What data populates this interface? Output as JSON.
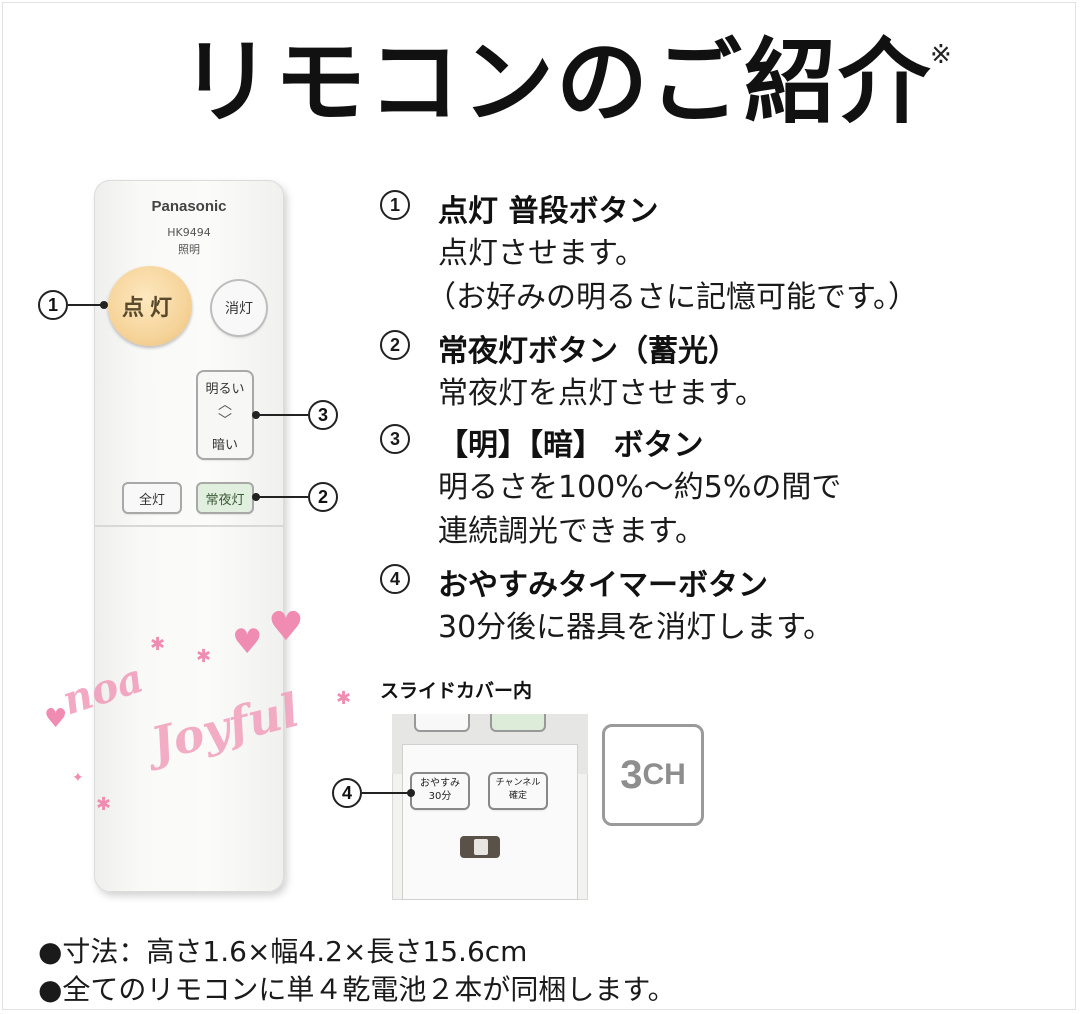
{
  "title": "リモコンのご紹介",
  "title_note": "※",
  "remote": {
    "brand": "Panasonic",
    "model": "HK9494",
    "model_sub": "照明",
    "btn_on": "点灯",
    "btn_off": "消灯",
    "btn_bright_top": "明るい",
    "btn_bright_up": "︿",
    "btn_bright_down": "﹀",
    "btn_bright_bottom": "暗い",
    "btn_full": "全灯",
    "btn_night": "常夜灯"
  },
  "callouts": [
    "1",
    "2",
    "3",
    "4"
  ],
  "descriptions": [
    {
      "num": "①",
      "head": "点灯 普段ボタン",
      "lines": [
        "点灯させます。",
        "（お好みの明るさに記憶可能です。）"
      ]
    },
    {
      "num": "②",
      "head": "常夜灯ボタン（蓄光）",
      "lines": [
        "常夜灯を点灯させます。"
      ]
    },
    {
      "num": "③",
      "head": "【明】【暗】 ボタン",
      "lines": [
        "明るさを100%～約5%の間で",
        "連続調光できます。"
      ]
    },
    {
      "num": "④",
      "head": "おやすみタイマーボタン",
      "lines": [
        "30分後に器具を消灯します。"
      ]
    }
  ],
  "slide_cover": {
    "label": "スライドカバー内",
    "sleep_line1": "おやすみ",
    "sleep_line2": "30分",
    "channel_line1": "チャンネル",
    "channel_line2": "確定"
  },
  "badge": {
    "main": "3",
    "suffix": "CH"
  },
  "watermark": {
    "line1": "noa",
    "line2": "Joyful"
  },
  "footer": [
    "●寸法：高さ1.6×幅4.2×長さ15.6cm",
    "●全てのリモコンに単４乾電池２本が同梱します。"
  ],
  "colors": {
    "on_button": "#f6d49a",
    "night_button": "#e1efdf",
    "watermark": "#f19ab9",
    "badge": "#8e8e8e"
  }
}
